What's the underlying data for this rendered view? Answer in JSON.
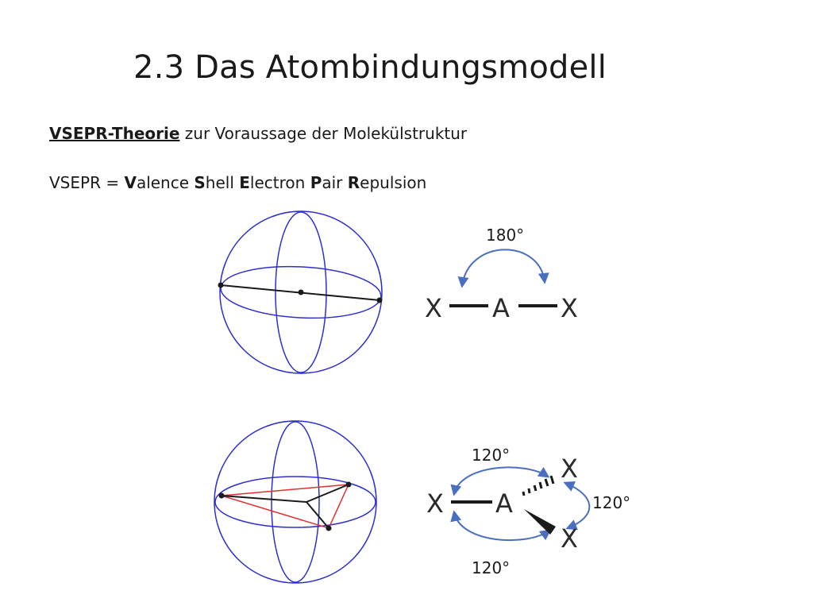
{
  "slide": {
    "title": "2.3 Das Atombindungsmodell",
    "line1": {
      "term": "VSEPR-Theorie",
      "rest": " zur Voraussage der Molekülstruktur"
    },
    "line2": {
      "prefix": "VSEPR = ",
      "words": [
        {
          "initial": "V",
          "rest": "alence "
        },
        {
          "initial": "S",
          "rest": "hell "
        },
        {
          "initial": "E",
          "rest": "lectron "
        },
        {
          "initial": "P",
          "rest": "air "
        },
        {
          "initial": "R",
          "rest": "epulsion"
        }
      ]
    }
  },
  "linear": {
    "angle": "180°",
    "atoms": {
      "left": "X",
      "center": "A",
      "right": "X"
    }
  },
  "trigonal": {
    "angle_top": "120°",
    "angle_right": "120°",
    "angle_bottom": "120°",
    "atoms": {
      "left": "X",
      "center": "A",
      "upper_right": "X",
      "lower_right": "X"
    }
  },
  "colors": {
    "sphere": "#2f2fd0",
    "arrows": "#4a6fc0",
    "triangle": "#e03030",
    "bonds": "#1a1a1a"
  }
}
